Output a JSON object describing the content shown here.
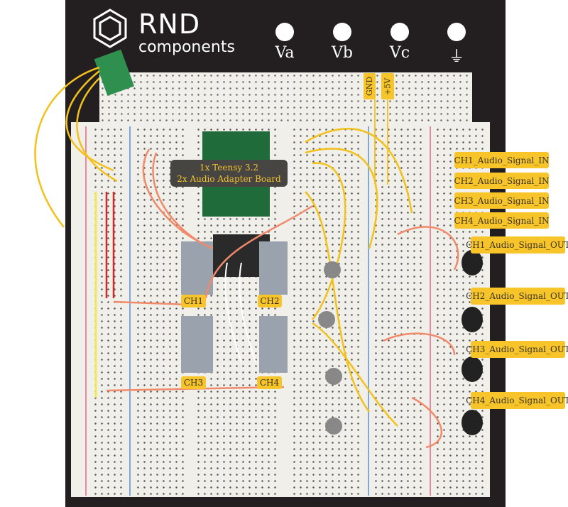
{
  "logo": {
    "brand": "RND",
    "sub": "components"
  },
  "terminals": [
    "Va",
    "Vb",
    "Vc",
    "⏚"
  ],
  "power_labels": {
    "gnd": "GND",
    "plus5v": "+5V"
  },
  "controller_label": {
    "line1": "1x Teensy 3.2",
    "line2": "2x Audio Adapter Board"
  },
  "channel_labels": [
    "CH1",
    "CH2",
    "CH3",
    "CH4"
  ],
  "inputs": [
    "CH1_Audio_Signal_IN",
    "CH2_Audio_Signal_IN",
    "CH3_Audio_Signal_IN",
    "CH4_Audio_Signal_IN"
  ],
  "outputs": [
    "CH1_Audio_Signal_OUT",
    "CH2_Audio_Signal_OUT",
    "CH3_Audio_Signal_OUT",
    "CH4_Audio_Signal_OUT"
  ],
  "colors": {
    "label": "#f7c52a",
    "board": "#231f20",
    "breadboard": "#f1efea",
    "wire_yellow": "#f2c11c",
    "wire_orange": "#f08a6a"
  }
}
